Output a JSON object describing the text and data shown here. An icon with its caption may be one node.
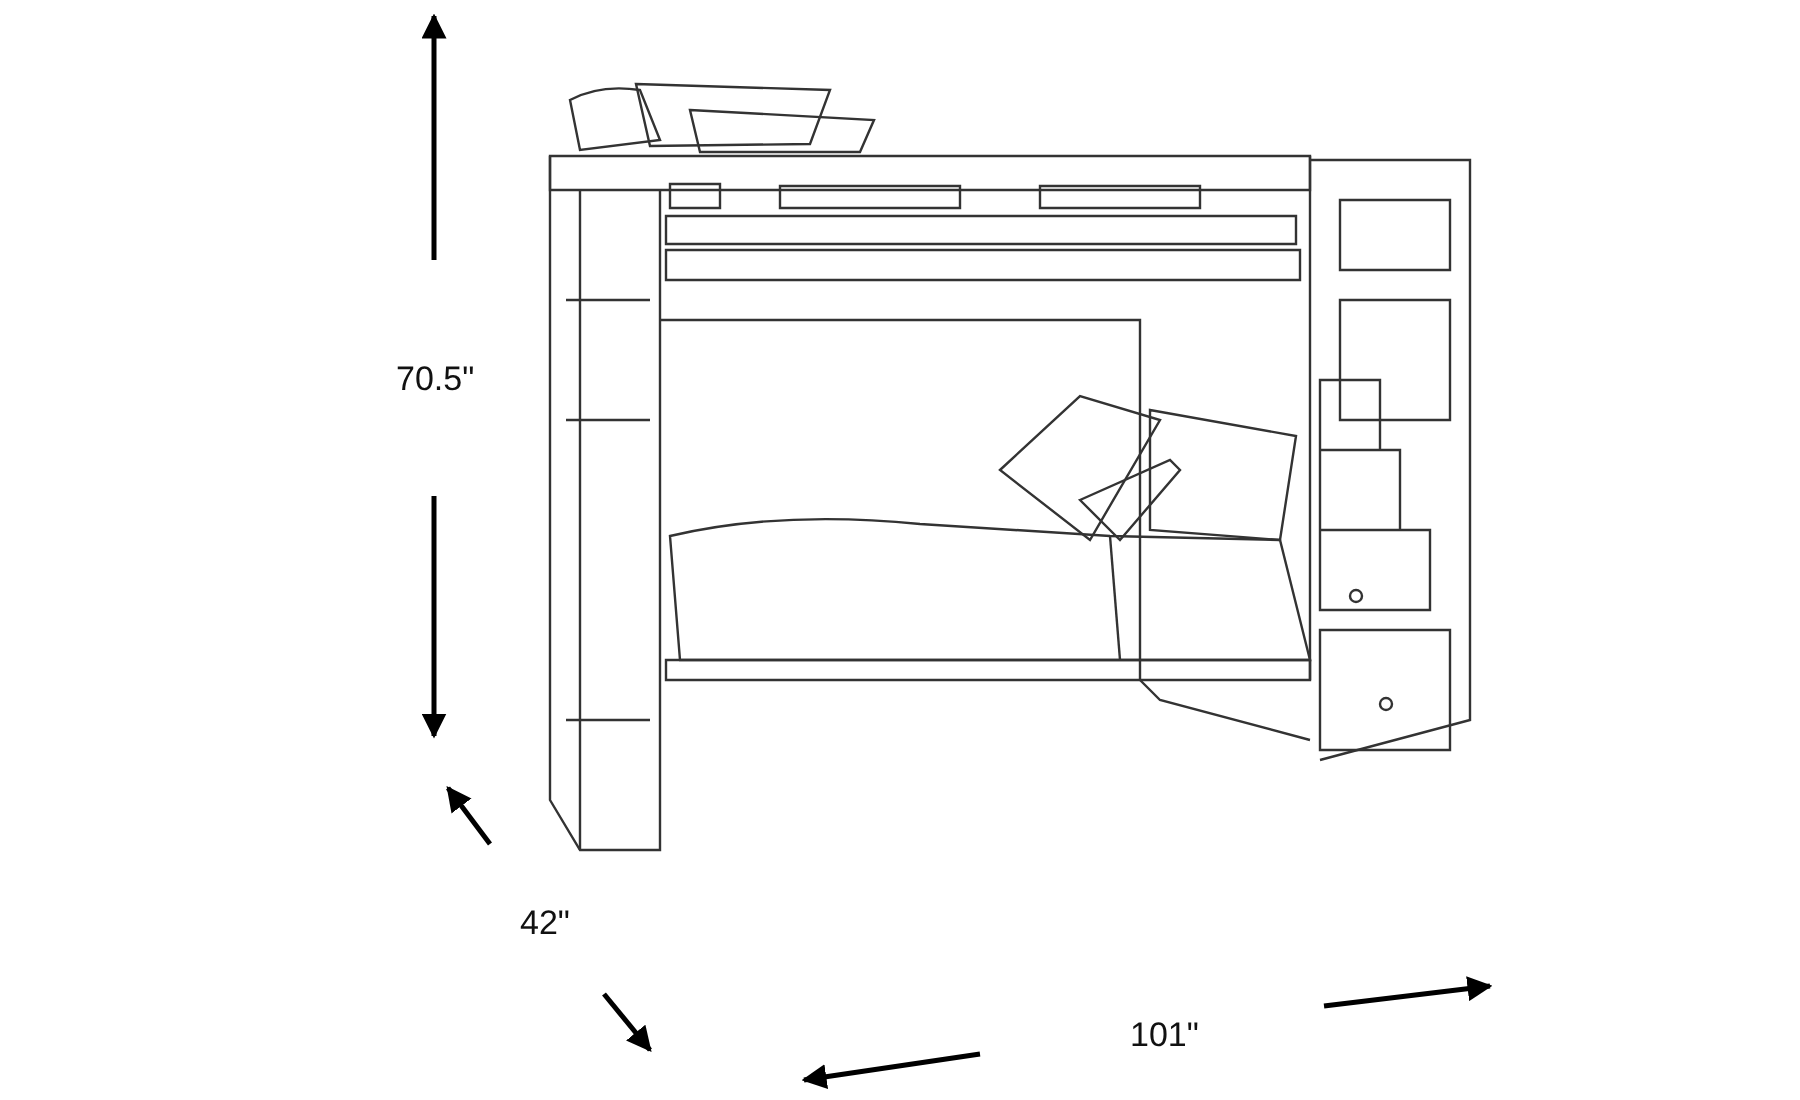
{
  "diagram": {
    "labels": [
      "70.5\"",
      "42\"",
      "101\""
    ]
  }
}
